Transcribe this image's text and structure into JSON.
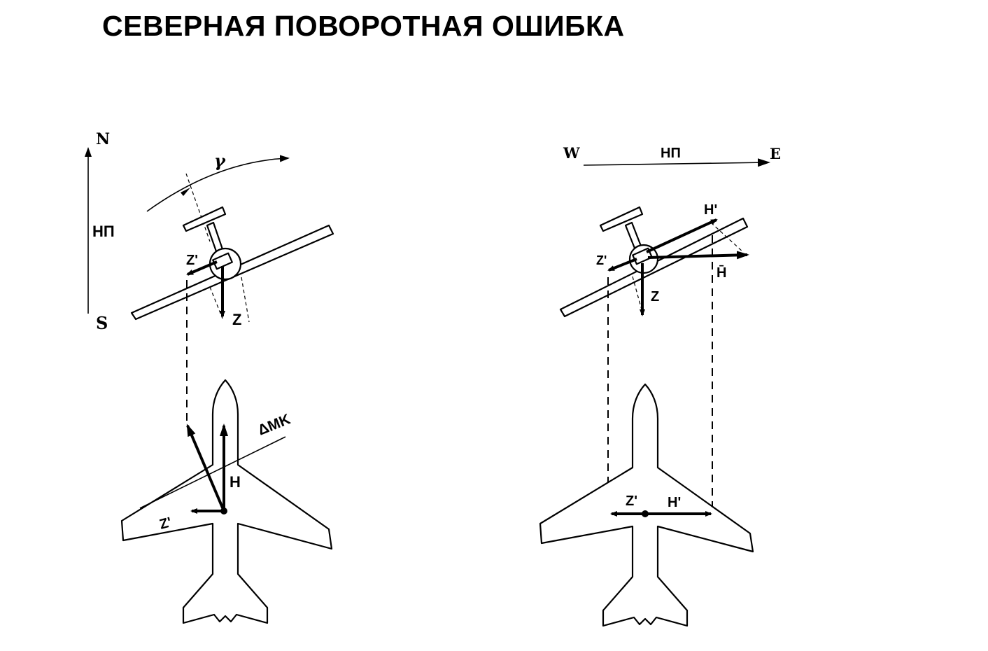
{
  "title": "СЕВЕРНАЯ ПОВОРОТНАЯ ОШИБКА",
  "left_panel": {
    "north_label": "N",
    "south_label": "S",
    "heading_label": "НП",
    "gamma_label": "γ",
    "z_prime_upper": "Z'",
    "z_upper": "Z",
    "delta_mk_label": "ΔMK",
    "h_lower": "H",
    "z_prime_lower": "Z'"
  },
  "right_panel": {
    "west_label": "W",
    "east_label": "E",
    "heading_label": "НП",
    "h_prime_upper": "H'",
    "h_bar_upper": "H̄",
    "z_prime_upper": "Z'",
    "z_upper": "Z",
    "z_prime_lower": "Z'",
    "h_prime_lower": "H'"
  }
}
